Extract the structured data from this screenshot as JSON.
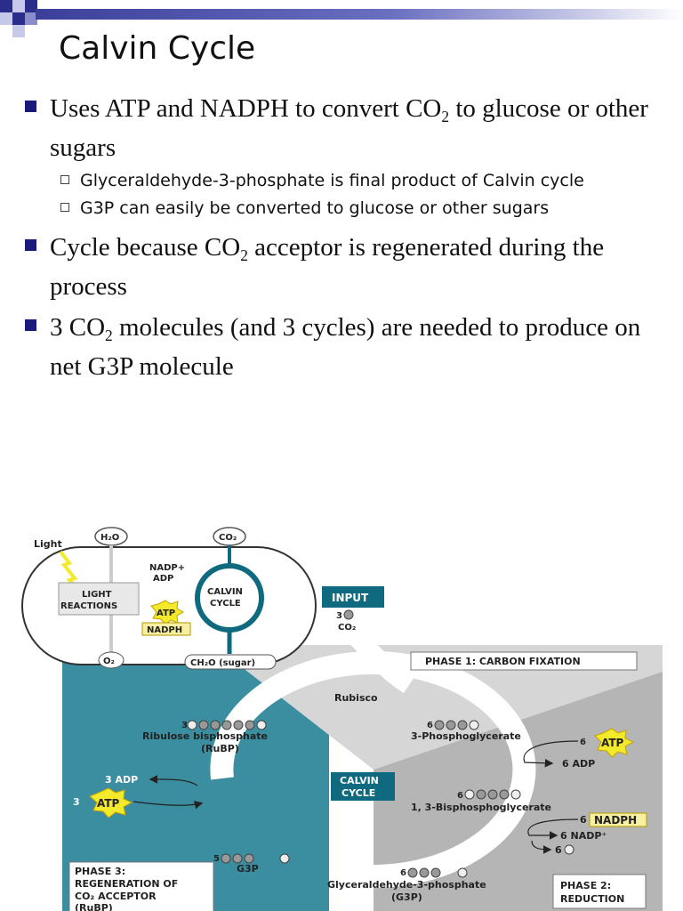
{
  "slide": {
    "title": "Calvin Cycle",
    "bullets": [
      {
        "before": "Uses ATP and NADPH to convert CO",
        "sub": "2",
        "after": " to glucose or other sugars",
        "sub_bullets": [
          "Glyceraldehyde-3-phosphate is final product of Calvin cycle",
          "G3P can easily be converted to glucose or other sugars"
        ]
      },
      {
        "before": "Cycle because CO",
        "sub": "2",
        "after": " acceptor is regenerated during the process"
      },
      {
        "before": "3 CO",
        "sub": "2",
        "after": " molecules (and 3 cycles) are needed to produce on net G3P molecule"
      }
    ]
  },
  "diagram": {
    "light": "Light",
    "h2o": "H₂O",
    "co2": "CO₂",
    "nadp": "NADP+",
    "adp": "ADP",
    "light_reactions_1": "LIGHT",
    "light_reactions_2": "REACTIONS",
    "calvin_1": "CALVIN",
    "calvin_2": "CYCLE",
    "atp": "ATP",
    "nadph": "NADPH",
    "o2": "O₂",
    "sugar": "CH₂O (sugar)",
    "input": "INPUT",
    "input_3": "3",
    "input_co2": "CO₂",
    "phase1": "PHASE 1: CARBON FIXATION",
    "rubisco": "Rubisco",
    "rubp_count": "3",
    "rubp_1": "Ribulose bisphosphate",
    "rubp_2": "(RuBP)",
    "pga_count": "6",
    "pga": "3-Phosphoglycerate",
    "atp6_count": "6",
    "adp6": "6 ADP",
    "bpg_count": "6",
    "bpg": "1, 3-Bisphosphoglycerate",
    "nadph6_count": "6",
    "nadp6": "6 NADP⁺",
    "pi6": "6",
    "adp3": "3 ADP",
    "atp3_count": "3",
    "calvin_center_1": "CALVIN",
    "calvin_center_2": "CYCLE",
    "g3p5_count": "5",
    "g3p5": "G3P",
    "g3p6_count": "6",
    "g3p6_1": "Glyceraldehyde-3-phosphate",
    "g3p6_2": "(G3P)",
    "phase3_1": "PHASE 3:",
    "phase3_2": "REGENERATION OF",
    "phase3_3": "CO₂ ACCEPTOR",
    "phase3_4": "(RuBP)",
    "phase2_1": "PHASE 2:",
    "phase2_2": "REDUCTION",
    "colors": {
      "teal": "#3a8ea0",
      "cycle_ring": "#0f6a80",
      "grey": "#b5b5b5",
      "atp_yellow": "#f2ea2a",
      "bullet": "#1a1a7a"
    }
  }
}
